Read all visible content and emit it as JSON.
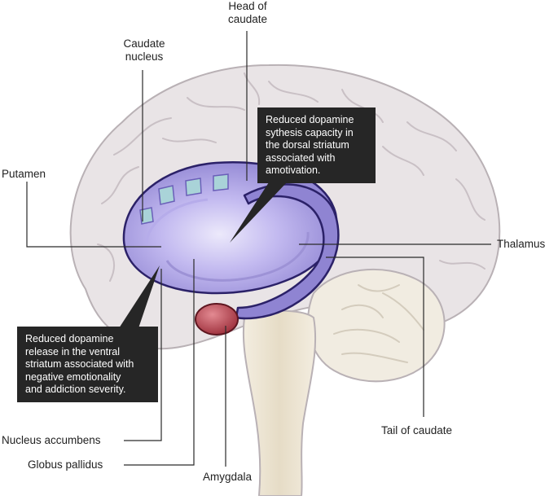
{
  "labels": {
    "head_of_caudate": [
      "Head of",
      "caudate"
    ],
    "caudate_nucleus": [
      "Caudate",
      "nucleus"
    ],
    "putamen": "Putamen",
    "thalamus": "Thalamus",
    "nucleus_accumbens": "Nucleus accumbens",
    "globus_pallidus": "Globus pallidus",
    "amygdala": "Amygdala",
    "tail_of_caudate": "Tail of caudate"
  },
  "callouts": {
    "dorsal": [
      "Reduced dopamine",
      "sythesis capacity in",
      "the dorsal striatum",
      "associated with",
      "amotivation."
    ],
    "ventral": [
      "Reduced dopamine",
      "release in the ventral",
      "striatum associated with",
      "negative emotionality",
      "and addiction severity."
    ]
  },
  "colors": {
    "brain_fill": "#e9e4e6",
    "brain_outline": "#b9b1b5",
    "striatum_fill": "#a79cdc",
    "striatum_outline": "#2b2168",
    "thalamus_fill": "#b6d4e0",
    "amygdala_fill": "#b3434f",
    "cerebellum_fill": "#f1ece1",
    "brainstem_fill": "#ede6d6",
    "callout_bg": "#262626"
  }
}
